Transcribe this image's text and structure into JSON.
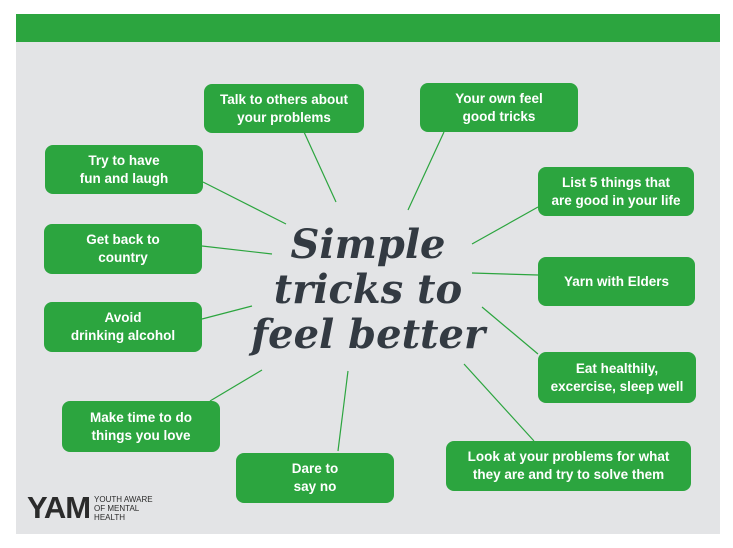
{
  "center_title": "Simple\ntricks to\nfeel better",
  "tips": {
    "talk": "Talk to others about\nyour problems",
    "own_tricks": "Your own feel\ngood tricks",
    "fun": "Try to have\nfun and laugh",
    "list5": "List 5 things that\nare good in your life",
    "country": "Get back to\ncountry",
    "elders": "Yarn with Elders",
    "alcohol": "Avoid\ndrinking alcohol",
    "eat": "Eat healthily,\nexcercise, sleep well",
    "time": "Make time to do\nthings you love",
    "problems": "Look at your problems for what\nthey are and try to solve them",
    "dare": "Dare to\nsay no"
  },
  "logo": {
    "mark": "YAM",
    "text": "YOUTH AWARE\nOF MENTAL\nHEALTH"
  },
  "colors": {
    "accent_green": "#2ca53f",
    "background": "#e3e4e6",
    "title": "#333a42"
  }
}
